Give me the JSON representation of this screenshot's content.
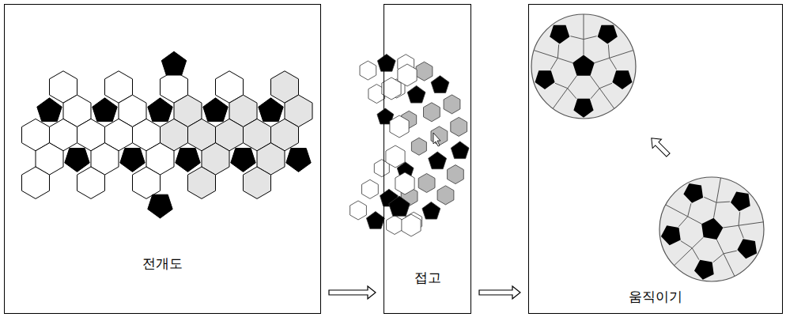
{
  "diagram": {
    "nodes": [
      {
        "text": [
          "전개도"
        ]
      },
      {
        "text": [
          "접고"
        ]
      },
      {
        "text": [
          "움직이기"
        ]
      }
    ],
    "edges": [
      {
        "from": 0,
        "to": 1,
        "arrow": "to"
      },
      {
        "from": 1,
        "to": 2,
        "arrow": "to"
      }
    ]
  }
}
